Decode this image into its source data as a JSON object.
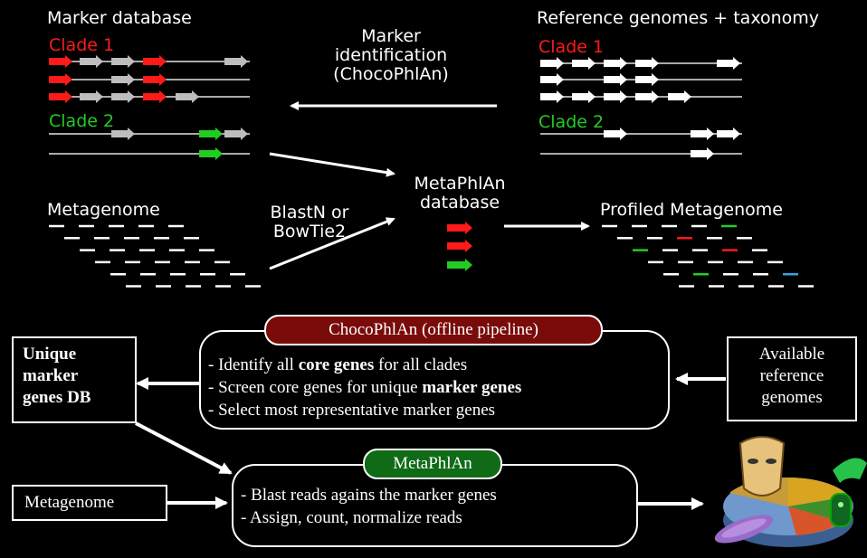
{
  "top": {
    "marker_db_title": "Marker database",
    "ref_title": "Reference genomes + taxonomy",
    "clade1": "Clade 1",
    "clade2": "Clade 2",
    "marker_id": [
      "Marker",
      "identification",
      "(ChocoPhlAn)"
    ],
    "metagenome_title": "Metagenome",
    "blast": [
      "BlastN or",
      "BowTie2"
    ],
    "metaphlan_db": [
      "MetaPhlAn",
      "database"
    ],
    "profiled_title": "Profiled Metagenome"
  },
  "bottom": {
    "unique_box": [
      "Unique",
      "marker",
      "genes DB"
    ],
    "choco_title": "ChocoPhlAn (offline pipeline)",
    "choco_lines": [
      {
        "pre": "- Identify all ",
        "bold": "core genes",
        "post": " for all clades"
      },
      {
        "pre": "- Screen core genes for unique ",
        "bold": "marker genes",
        "post": ""
      },
      {
        "pre": "- Select most representative marker genes",
        "bold": "",
        "post": ""
      }
    ],
    "available_box": [
      "Available",
      "reference",
      "genomes"
    ],
    "metaphlan_title": "MetaPhlAn",
    "metaphlan_lines": [
      "- Blast reads agains the marker genes",
      "- Assign, count, normalize reads"
    ],
    "metagenome_box": "Metagenome"
  },
  "colors": {
    "red": "#ff1a1a",
    "green": "#22cc22",
    "gray": "#bdbdbd",
    "choco_bg": "#7a0b0b",
    "metaphlan_bg": "#0f6b16"
  }
}
